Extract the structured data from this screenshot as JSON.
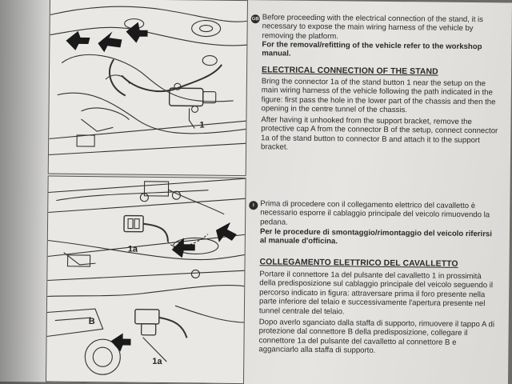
{
  "figure": {
    "label_1": "1",
    "label_1a_top": "1a",
    "label_1a_bottom": "1a",
    "label_b": "B"
  },
  "english": {
    "lang_badge": "GB",
    "intro": "Before proceeding with the electrical connection of the stand, it is necessary to expose the main wiring harness of the vehicle by removing the platform.",
    "manual_note": "For the removal/refitting of the vehicle refer to the workshop manual.",
    "heading": "ELECTRICAL CONNECTION OF THE STAND",
    "step1": "Bring the connector 1a of the stand button 1 near the setup on the main wiring harness of the vehicle following the path indicated in the figure: first pass the hole in the lower part of the chassis and then the opening in the centre tunnel of the chassis.",
    "step2": "After having it unhooked from the support bracket, remove the protective cap A from the connector B of the setup, connect connector 1a of the stand button to connector B and attach it to the support bracket."
  },
  "italian": {
    "lang_badge": "I",
    "intro": "Prima di procedere con il collegamento elettrico del cavalletto è necessario esporre il cablaggio principale del veicolo rimuovendo la pedana.",
    "manual_note": "Per le procedure di smontaggio/rimontaggio del veicolo riferirsi al manuale d'officina.",
    "heading": "COLLEGAMENTO ELETTRICO DEL CAVALLETTO",
    "step1": "Portare il connettore 1a del pulsante del cavalletto 1 in prossimità della predisposizione sul cablaggio principale del veicolo seguendo il percorso indicato in figura: attraversare prima il foro presente nella parte inferiore del telaio e successivamente l'apertura presente nel tunnel centrale del telaio.",
    "step2": "Dopo averlo sganciato dalla staffa di supporto, rimuovere il tappo A di protezione dal connettore B della predisposizione, collegare il connettore 1a del pulsante del cavalletto al connettore B e agganciarlo alla staffa di supporto."
  }
}
